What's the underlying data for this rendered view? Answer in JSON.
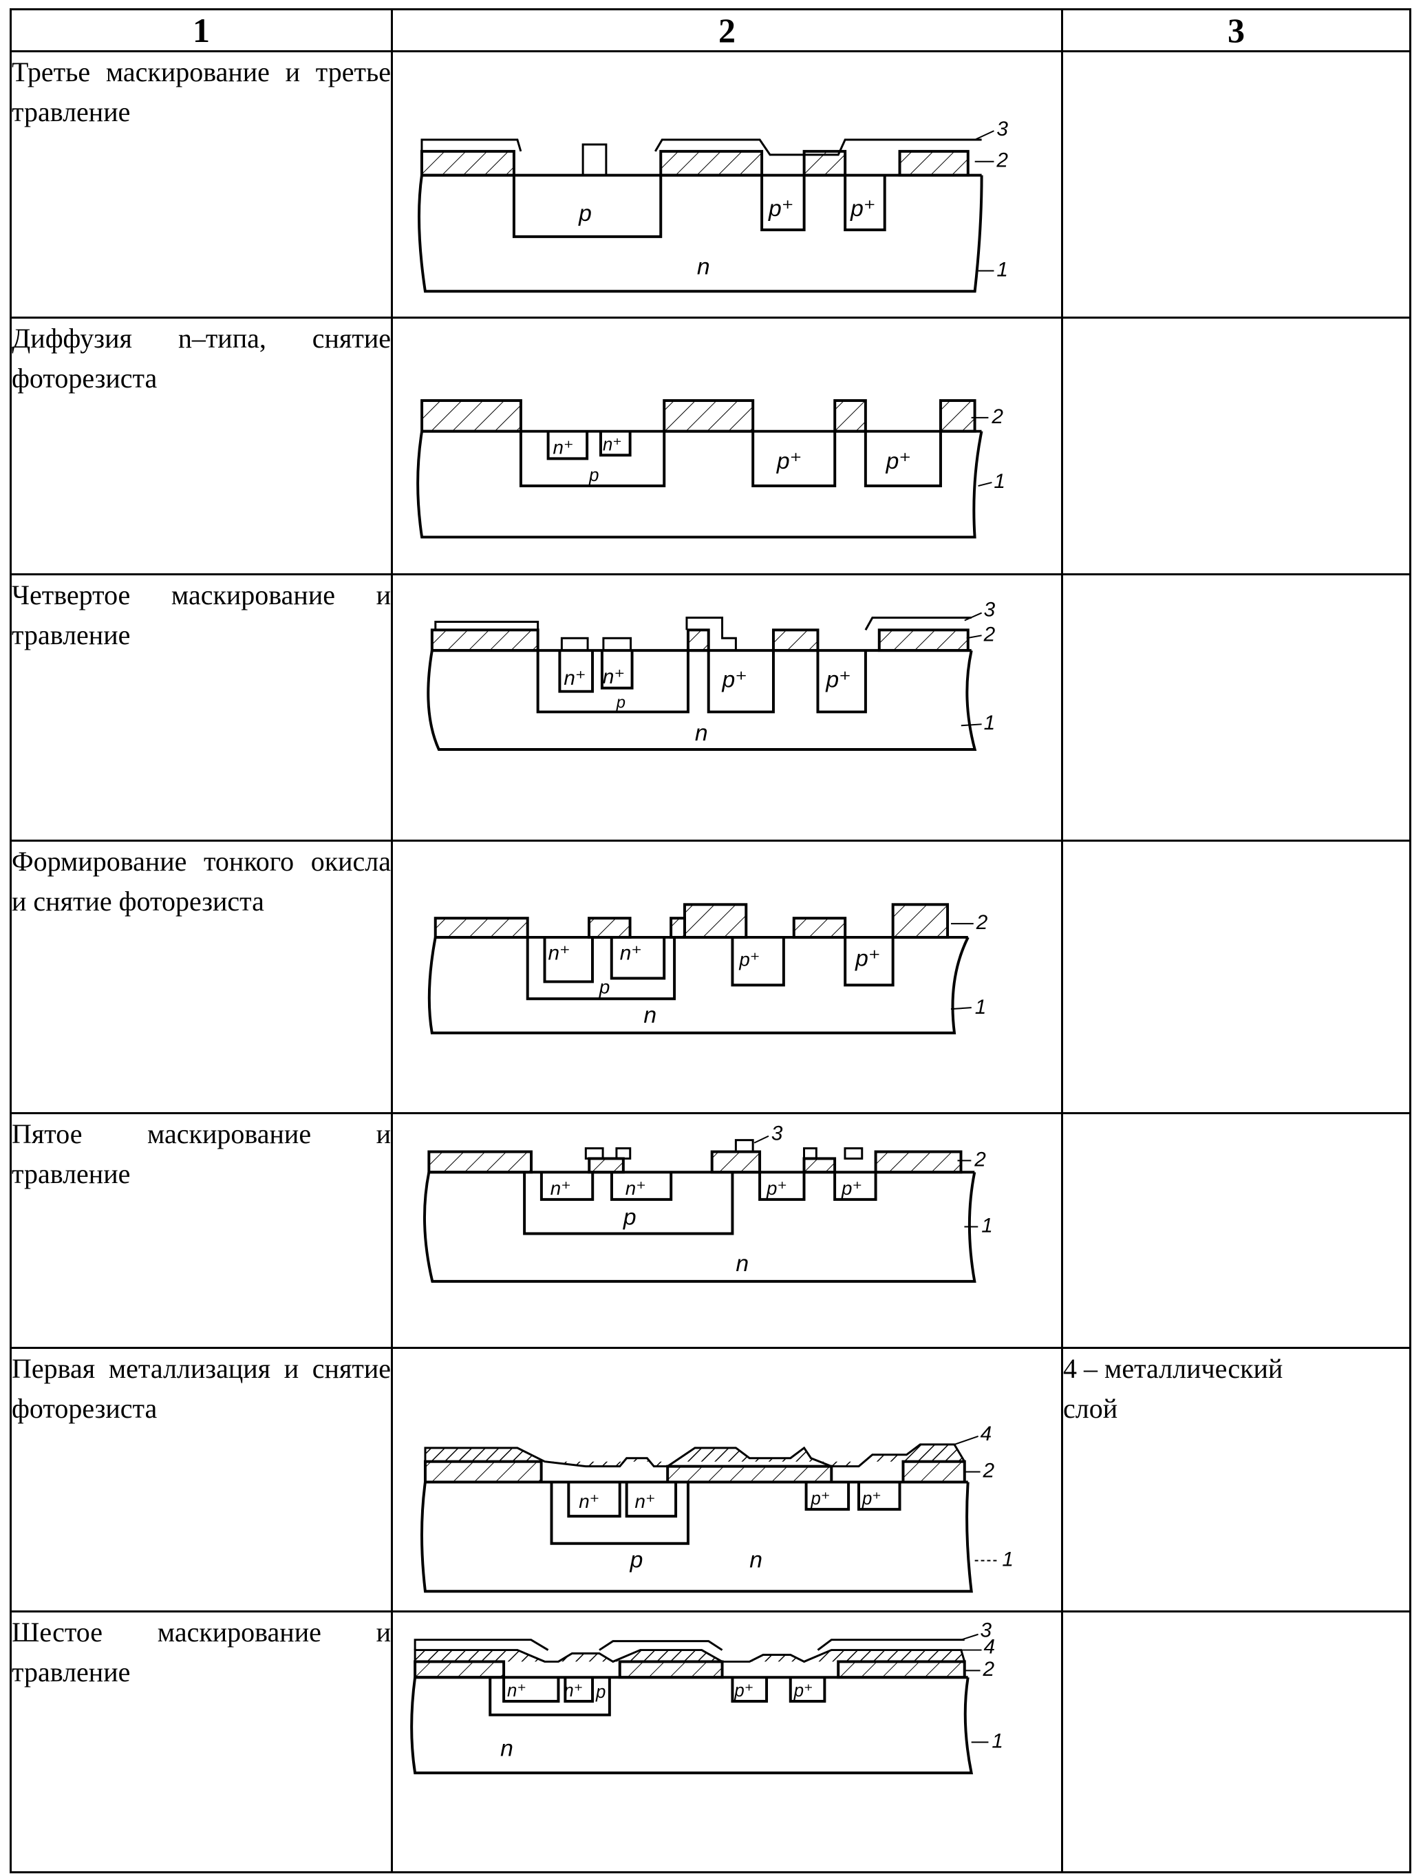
{
  "table": {
    "headers": [
      "1",
      "2",
      "3"
    ],
    "rows": [
      {
        "step": "Третье маскирование и третье травление",
        "note": "",
        "diagram": {
          "regions": [
            "p",
            "p⁺",
            "p⁺",
            "n"
          ],
          "layers": [
            "3",
            "2",
            "1"
          ]
        }
      },
      {
        "step": "Диффузия n–типа, снятие фоторезиста",
        "note": "",
        "diagram": {
          "regions": [
            "n⁺",
            "n⁺",
            "p",
            "p⁺",
            "p⁺"
          ],
          "layers": [
            "2",
            "1"
          ]
        }
      },
      {
        "step": "Четвертое маскирование и травление",
        "note": "",
        "diagram": {
          "regions": [
            "n⁺",
            "n⁺",
            "p",
            "p⁺",
            "p⁺",
            "n"
          ],
          "layers": [
            "3",
            "2",
            "1"
          ]
        }
      },
      {
        "step": "Формирование тонкого окисла и снятие фоторезиста",
        "note": "",
        "diagram": {
          "regions": [
            "n⁺",
            "n⁺",
            "p",
            "p⁺",
            "p⁺",
            "n"
          ],
          "layers": [
            "2",
            "1"
          ]
        }
      },
      {
        "step": "Пятое маскирование и травление",
        "note": "",
        "diagram": {
          "regions": [
            "n⁺",
            "n⁺",
            "p",
            "p⁺",
            "p⁺",
            "n"
          ],
          "layers": [
            "3",
            "2",
            "1"
          ]
        }
      },
      {
        "step": "Первая металлизация и снятие фоторезиста",
        "note": "4 – металлический\nслой",
        "diagram": {
          "regions": [
            "n⁺",
            "n⁺",
            "p",
            "p⁺",
            "p⁺",
            "n"
          ],
          "layers": [
            "4",
            "2",
            "1"
          ]
        }
      },
      {
        "step": "Шестое маскирование и травление",
        "note": "",
        "diagram": {
          "regions": [
            "n⁺",
            "n⁺",
            "p",
            "p⁺",
            "p⁺",
            "n"
          ],
          "layers": [
            "3",
            "4",
            "2",
            "1"
          ]
        }
      }
    ]
  }
}
